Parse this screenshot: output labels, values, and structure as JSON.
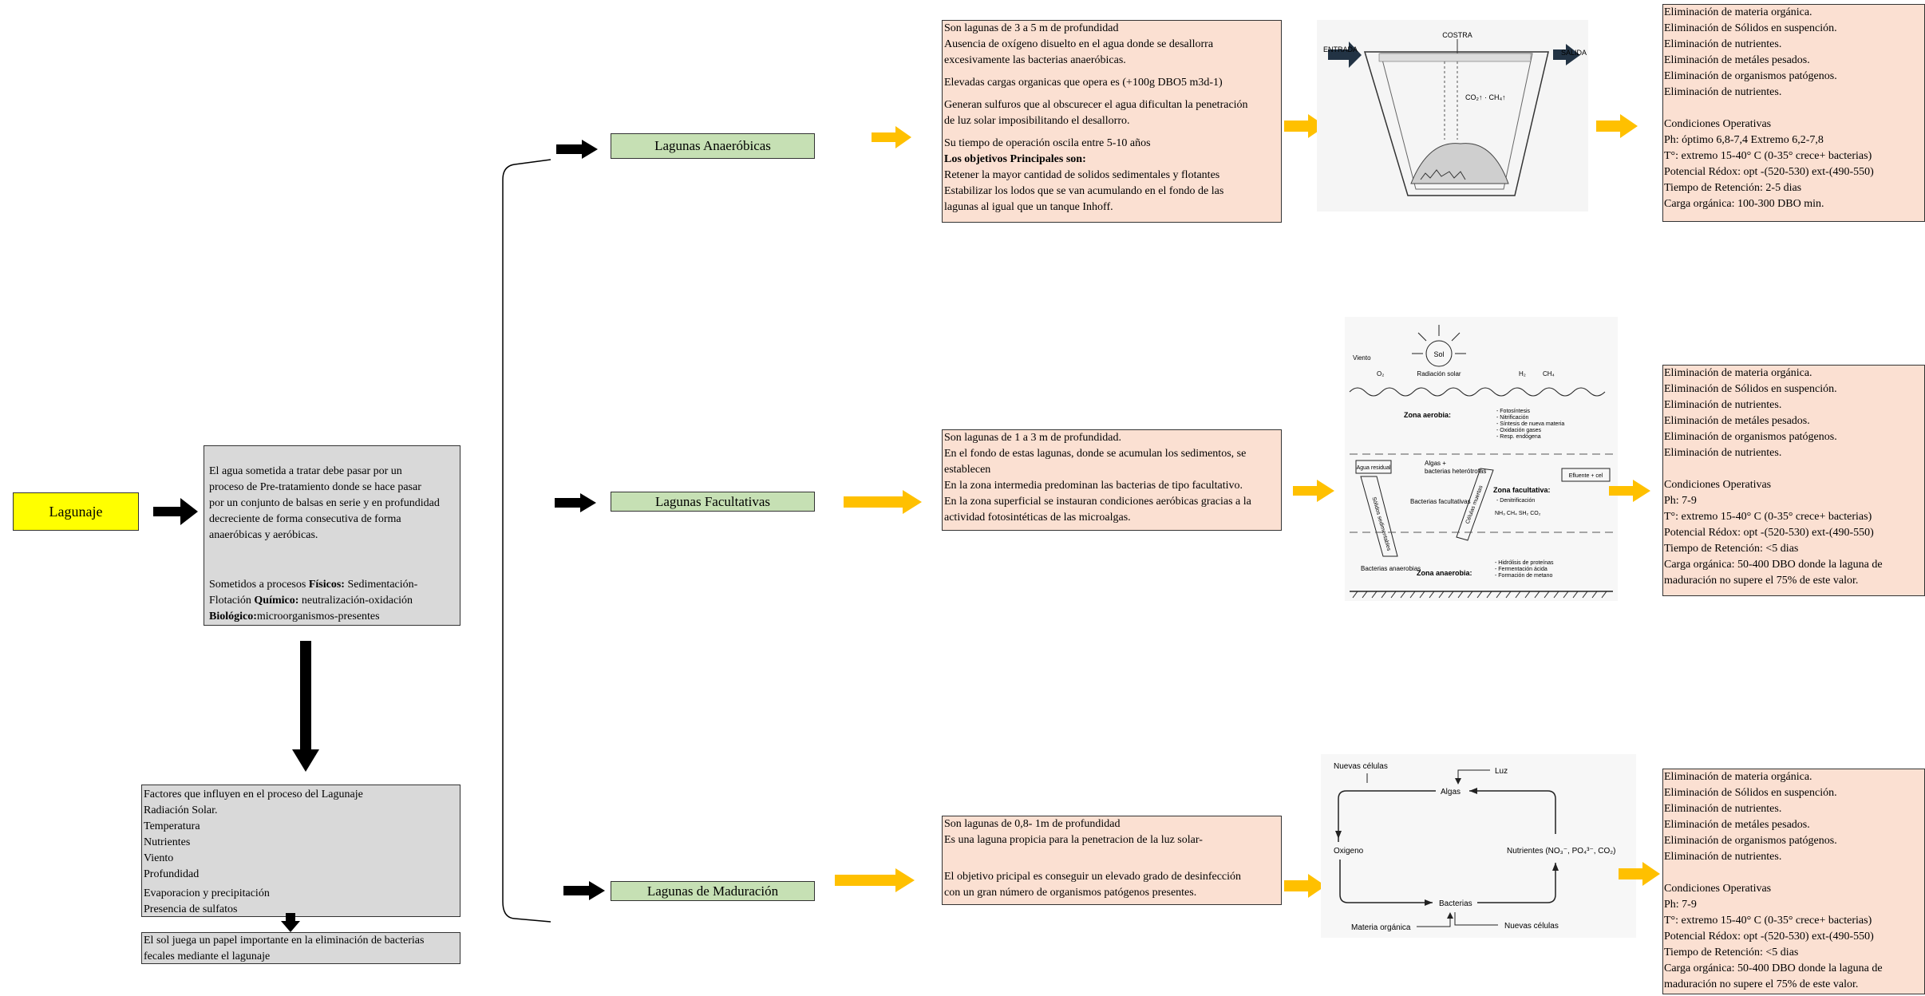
{
  "root": {
    "label": "Lagunaje"
  },
  "pretreatment": {
    "lines": [
      "El agua sometida a tratar debe pasar por un",
      "proceso de Pre-tratamiento donde se hace pasar",
      "por un conjunto de balsas en serie y en profundidad",
      "decreciente  de forma consecutiva de forma",
      "anaeróbicas y aeróbicas."
    ],
    "physical_label": "Físicos:",
    "physical_pre": "Sometidos a procesos ",
    "physical_post": "  Sedimentación-",
    "flotation": "Flotación    ",
    "chemical_label": "Químico:",
    "chemical_post": " neutralización-oxidación",
    "biological_label": "Biológico:",
    "biological_post": "microorganismos-presentes"
  },
  "factors": {
    "lines": [
      "Factores que influyen en el proceso del Lagunaje",
      "Radiación Solar.",
      "Temperatura",
      "Nutrientes",
      "Viento",
      "Profundidad",
      "Evaporacion y precipitación",
      "Presencia de sulfatos"
    ]
  },
  "sun_note": {
    "lines": [
      "El sol juega un papel importante en la eliminación de bacterias",
      "fecales mediante el lagunaje"
    ]
  },
  "lagoons": [
    {
      "name": "Lagunas Anaeróbicas",
      "description": [
        "Son lagunas de 3 a 5 m de profundidad",
        "Ausencia de oxígeno disuelto en el agua donde se desallorra",
        "excesivamente las bacterias anaeróbicas.",
        "",
        "Elevadas cargas organicas que opera es (+100g DBO5 m3d-1)",
        "",
        "Generan sulfuros que al obscurecer el agua dificultan la penetración",
        "de luz solar imposibilitando el desallorro.",
        "",
        "Su tiempo de operación oscila entre 5-10 años"
      ],
      "objectives_title": "Los objetivos Principales son:",
      "objectives": [
        "Retener la mayor cantidad de solidos sedimentales y flotantes",
        "Estabilizar los lodos que se van acumulando en el fondo de las",
        "lagunas al igual que un tanque Inhoff."
      ],
      "results": [
        "Eliminación de materia orgánica.",
        "Eliminación de Sólidos en suspención.",
        "Eliminación de nutrientes.",
        "Eliminación de metáles pesados.",
        "Eliminación de organismos patógenos.",
        "Eliminación de nutrientes.",
        "",
        "Condiciones Operativas",
        "Ph: óptimo 6,8-7,4 Extremo 6,2-7,8",
        "T°: extremo 15-40° C (0-35° crece+ bacterias)",
        "Potencial Rédox: opt -(520-530) ext-(490-550)",
        "Tiempo de Retención: 2-5 dias",
        "Carga orgánica: 100-300 DBO min."
      ]
    },
    {
      "name": "Lagunas Facultativas",
      "description": [
        "Son lagunas de 1 a 3 m de profundidad.",
        "En el fondo de estas lagunas, donde se acumulan los sedimentos, se",
        "establecen",
        "En la zona intermedia predominan las bacterias de tipo facultativo.",
        "En la zona superficial se instauran condiciones aeróbicas gracias a la",
        "actividad fotosintéticas de las microalgas."
      ],
      "results": [
        "Eliminación de materia orgánica.",
        "Eliminación de Sólidos en suspención.",
        "Eliminación de nutrientes.",
        "Eliminación de metáles pesados.",
        "Eliminación de organismos patógenos.",
        "Eliminación de nutrientes.",
        "",
        "Condiciones Operativas",
        "Ph: 7-9",
        "T°: extremo 15-40° C (0-35° crece+ bacterias)",
        "Potencial Rédox: opt -(520-530) ext-(490-550)",
        "Tiempo de Retención: <5 dias",
        "Carga orgánica: 50-400 DBO donde la laguna de",
        "maduración no supere el 75% de este valor."
      ]
    },
    {
      "name": "Lagunas de Maduración",
      "description": [
        "Son lagunas de 0,8- 1m de profundidad",
        "Es una laguna propicia para la penetracion de la luz solar-",
        "",
        "",
        "El objetivo pricipal es conseguir un elevado grado de desinfección",
        "con un gran número de organismos patógenos presentes."
      ],
      "results": [
        "Eliminación de materia orgánica.",
        "Eliminación de Sólidos en suspención.",
        "Eliminación de nutrientes.",
        "Eliminación de metáles pesados.",
        "Eliminación de organismos patógenos.",
        "Eliminación de nutrientes.",
        "",
        "Condiciones Operativas",
        "Ph: 7-9",
        "T°: extremo 15-40° C (0-35° crece+ bacterias)",
        "Potencial Rédox: opt -(520-530) ext-(490-550)",
        "Tiempo de Retención: <5 dias",
        "Carga orgánica: 50-400 DBO donde la laguna de",
        "maduración no supere el 75% de este valor."
      ]
    }
  ],
  "figure_anaerobic": {
    "entrada": "ENTRADA",
    "salida": "SALIDA",
    "costra": "COSTRA",
    "gases": "CO₂↑ · CH₄↑"
  },
  "figure_facultative": {
    "viento": "Viento",
    "sol": "Sol",
    "radiacion": "Radiación solar",
    "o2": "O₂",
    "h2": "H₂",
    "ch4": "CH₄",
    "zona_aerobia": "Zona aerobia:",
    "aerobia_items": [
      "- Fotosíntesis",
      "- Nitrificación",
      "- Síntesis de nueva materia",
      "- Oxidación gases",
      "- Resp. endógena"
    ],
    "agua_residual": "Agua residual",
    "algas": "Algas +",
    "bacterias_het": "bacterias heterótrofas",
    "efluente": "Efluente + cel",
    "zona_facultativa": "Zona facultativa:",
    "denitrificacion": "- Denitrificación",
    "gases_row": "NH₃  CH₄  SH₂  CO₂",
    "bact_facultativas": "Bacterias facultativas",
    "bact_anaerobias": "Bacterias anaerobias",
    "zona_anaerobia": "Zona anaerobia:",
    "anaerobia_items": [
      "- Hidrólisis de proteínas",
      "- Fermentación ácida",
      "- Formación de metano"
    ],
    "solidos": "Sólidos sedimentables",
    "celulas": "Células muertas"
  },
  "figure_maturation": {
    "nuevas1": "Nuevas células",
    "luz": "Luz",
    "algas": "Algas",
    "oxigeno": "Oxigeno",
    "nutrientes": "Nutrientes (NO₃⁻, PO₄³⁻, CO₂)",
    "bacterias": "Bacterias",
    "materia": "Materia orgánica",
    "nuevas2": "Nuevas células"
  },
  "colors": {
    "peach": "#fbe0d2",
    "grey": "#d9d9d9",
    "green": "#c6e0b4",
    "yellow": "#ffff00",
    "orange_arrow": "#ffc000",
    "black_arrow": "#000000"
  }
}
